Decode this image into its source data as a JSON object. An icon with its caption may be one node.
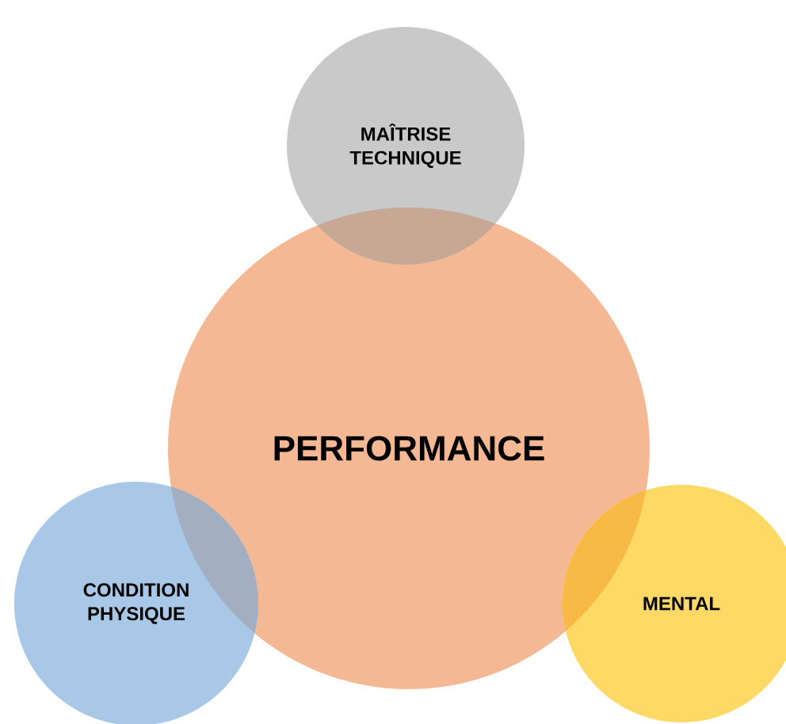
{
  "diagram": {
    "nodes": [
      {
        "text": [
          "PERFORMANCE"
        ]
      },
      {
        "text": [
          "MAÎTRISE TECHNIQUE"
        ]
      },
      {
        "text": [
          "CONDITION PHYSIQUE"
        ]
      },
      {
        "text": [
          "MENTAL"
        ]
      }
    ]
  }
}
